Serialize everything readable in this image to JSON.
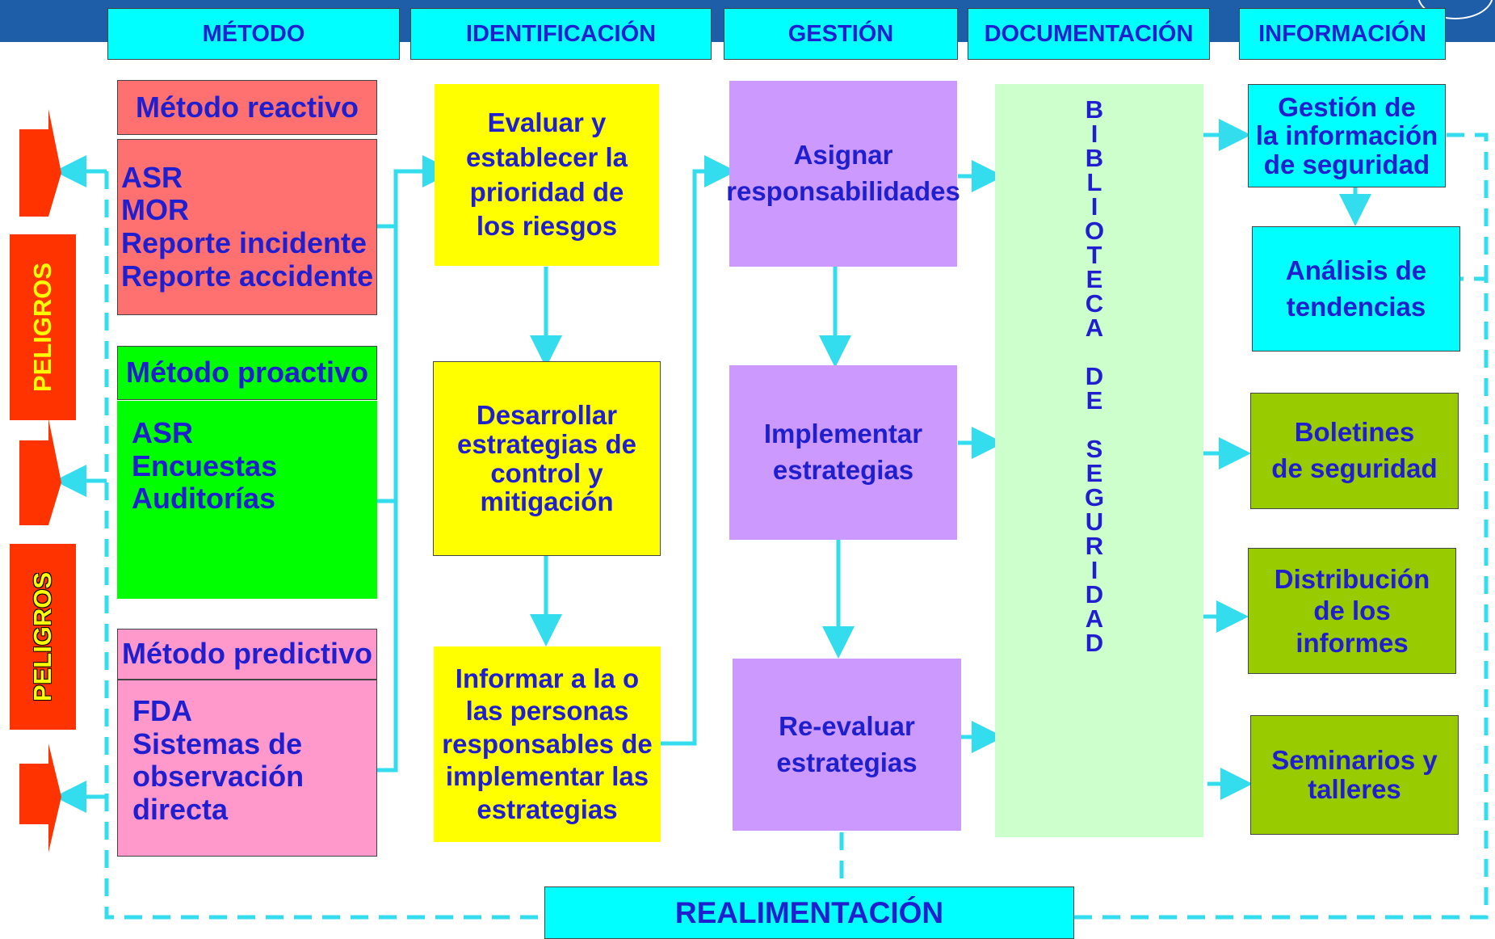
{
  "colors": {
    "header_bar": "#1e5ea8",
    "cyan": "#00ffff",
    "yellow": "#ffff00",
    "violet": "#cc99ff",
    "olive": "#99cc00",
    "library": "#ccffcc",
    "reactive": "#ff7171",
    "proactive": "#00ff00",
    "predictive": "#ff99cc",
    "hazard": "#ff3300",
    "text": "#1f1fd0"
  },
  "headers": {
    "metodo": "MÉTODO",
    "identificacion": "IDENTIFICACIÓN",
    "gestion": "GESTIÓN",
    "documentacion": "DOCUMENTACIÓN",
    "informacion": "INFORMACIÓN"
  },
  "hazards": {
    "upper": "PELIGROS",
    "lower": "PELIGROS"
  },
  "methods": {
    "reactive": {
      "title": "Método reactivo",
      "items": [
        "ASR",
        "MOR",
        "Reporte incidente",
        "Reporte accidente"
      ]
    },
    "proactive": {
      "title": "Método proactivo",
      "items": [
        "ASR",
        "Encuestas",
        "Auditorías"
      ]
    },
    "predictive": {
      "title": "Método predictivo",
      "items": [
        "FDA",
        "Sistemas de",
        "observación",
        "directa"
      ]
    }
  },
  "identification": {
    "evaluate": [
      "Evaluar y",
      "establecer la",
      "prioridad de",
      "los riesgos"
    ],
    "develop": [
      "Desarrollar",
      "estrategias de",
      "control y",
      "mitigación"
    ],
    "inform": [
      "Informar a la o",
      "las personas",
      "responsables de",
      "implementar las",
      "estrategias"
    ]
  },
  "management": {
    "assign": [
      "Asignar",
      "responsabilidades"
    ],
    "implement": [
      "Implementar",
      "estrategias"
    ],
    "reevaluate": [
      "Re-evaluar",
      "estrategias"
    ]
  },
  "documentation": {
    "library_letters": [
      "B",
      "I",
      "B",
      "L",
      "I",
      "O",
      "T",
      "E",
      "C",
      "A",
      "",
      "D",
      "E",
      "",
      "S",
      "E",
      "G",
      "U",
      "R",
      "I",
      "D",
      "A",
      "D"
    ]
  },
  "information": {
    "management": [
      "Gestión de",
      "la información",
      "de seguridad"
    ],
    "trends": [
      "Análisis de",
      "tendencias"
    ],
    "bulletins": [
      "Boletines",
      "de seguridad"
    ],
    "reports": [
      "Distribución",
      "de los",
      "informes"
    ],
    "seminars": [
      "Seminarios y",
      "talleres"
    ]
  },
  "feedback": "REALIMENTACIÓN"
}
